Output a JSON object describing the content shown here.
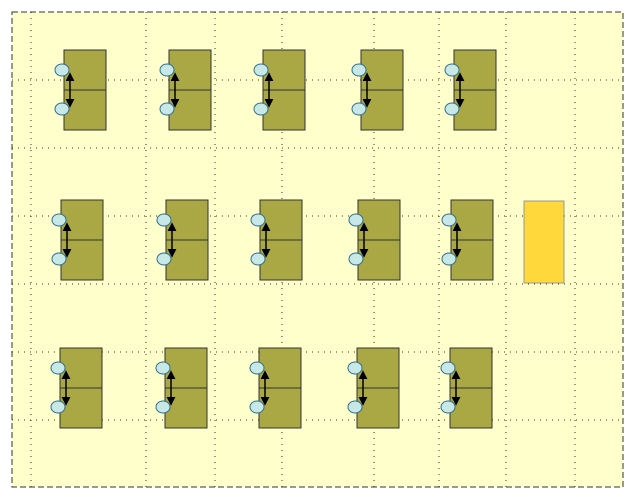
{
  "colors": {
    "page_background": "#ffffff",
    "canvas_background": "#ffffcc",
    "canvas_border": "#333333",
    "grid_dots": "#333333",
    "block_fill": "#a9a845",
    "block_stroke": "#333333",
    "highlight_fill": "#ffd83b",
    "highlight_stroke": "#999999",
    "connector_fill": "#c8e8e8",
    "connector_stroke": "#2f6f8f",
    "arrow": "#000000"
  },
  "icons": {
    "connector": "ellipse-connector-icon",
    "link": "double-headed-arrow-icon"
  },
  "layout_grid": {
    "rows": 3,
    "columns": 6
  },
  "blocks": [
    {
      "row": 1,
      "col": 1,
      "kind": "split-block"
    },
    {
      "row": 1,
      "col": 2,
      "kind": "split-block"
    },
    {
      "row": 1,
      "col": 3,
      "kind": "split-block"
    },
    {
      "row": 1,
      "col": 4,
      "kind": "split-block"
    },
    {
      "row": 1,
      "col": 5,
      "kind": "split-block"
    },
    {
      "row": 2,
      "col": 1,
      "kind": "split-block"
    },
    {
      "row": 2,
      "col": 2,
      "kind": "split-block"
    },
    {
      "row": 2,
      "col": 3,
      "kind": "split-block"
    },
    {
      "row": 2,
      "col": 4,
      "kind": "split-block"
    },
    {
      "row": 2,
      "col": 5,
      "kind": "split-block"
    },
    {
      "row": 2,
      "col": 6,
      "kind": "highlight-block"
    },
    {
      "row": 3,
      "col": 1,
      "kind": "split-block"
    },
    {
      "row": 3,
      "col": 2,
      "kind": "split-block"
    },
    {
      "row": 3,
      "col": 3,
      "kind": "split-block"
    },
    {
      "row": 3,
      "col": 4,
      "kind": "split-block"
    },
    {
      "row": 3,
      "col": 5,
      "kind": "split-block"
    }
  ]
}
